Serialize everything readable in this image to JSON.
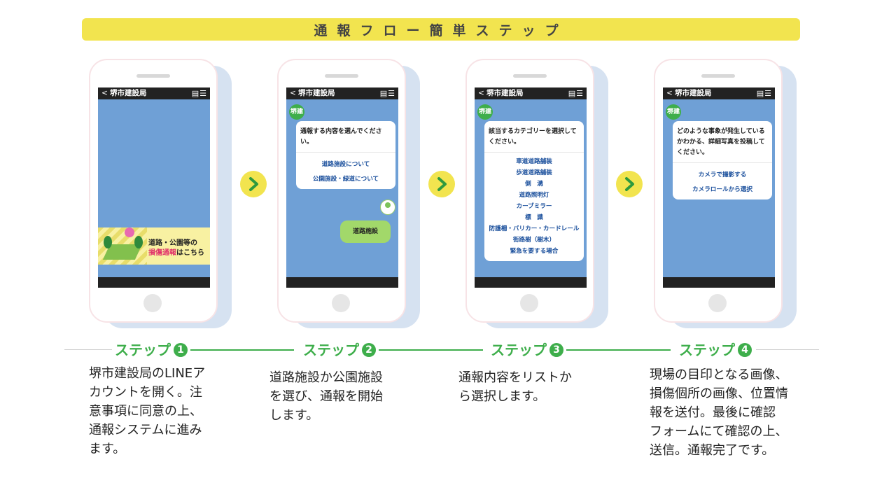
{
  "title": "通報フロー簡単ステップ",
  "phone_header": {
    "back": "<",
    "title": "堺市建設局",
    "menu": "▤☰"
  },
  "bot_avatar": "堺建",
  "banner": {
    "line1": "道路・公園等の",
    "line2_red": "損傷通報",
    "line2_rest": "はこちら"
  },
  "screens": {
    "step2": {
      "message": "通報する内容を選んでください。",
      "options": [
        "道路施設について",
        "公園施設・緑道について"
      ],
      "user_reply": "道路施設"
    },
    "step3": {
      "message": "該当するカテゴリーを選択してください。",
      "options": [
        "車道道路舗装",
        "歩道道路舗装",
        "側　溝",
        "道路照明灯",
        "カーブミラー",
        "標　識",
        "防護柵・バリカー・カードレール",
        "街路樹（樹木）",
        "緊急を要する場合"
      ]
    },
    "step4": {
      "message": "どのような事象が発生しているかわかる、詳細写真を投稿してください。",
      "options": [
        "カメラで撮影する",
        "カメラロールから選択"
      ]
    }
  },
  "steps": [
    {
      "label": "ステップ",
      "num": "1",
      "desc": [
        "堺市建設局のLINEア",
        "カウントを開く。注",
        "意事項に同意の上、",
        "通報システムに進み",
        "ます。"
      ]
    },
    {
      "label": "ステップ",
      "num": "2",
      "desc": [
        "道路施設か公園施設",
        "を選び、通報を開始",
        "します。"
      ]
    },
    {
      "label": "ステップ",
      "num": "3",
      "desc": [
        "通報内容をリストか",
        "ら選択します。"
      ]
    },
    {
      "label": "ステップ",
      "num": "4",
      "desc": [
        "現場の目印となる画像、",
        "損傷個所の画像、位置情",
        "報を送付。最後に確認",
        "フォームにて確認の上、",
        "送信。通報完了です。"
      ]
    }
  ],
  "colors": {
    "accent_yellow": "#f2e44f",
    "green": "#3eae4b",
    "screen_blue": "#6fa0d6",
    "option_blue": "#1a4f9c"
  }
}
